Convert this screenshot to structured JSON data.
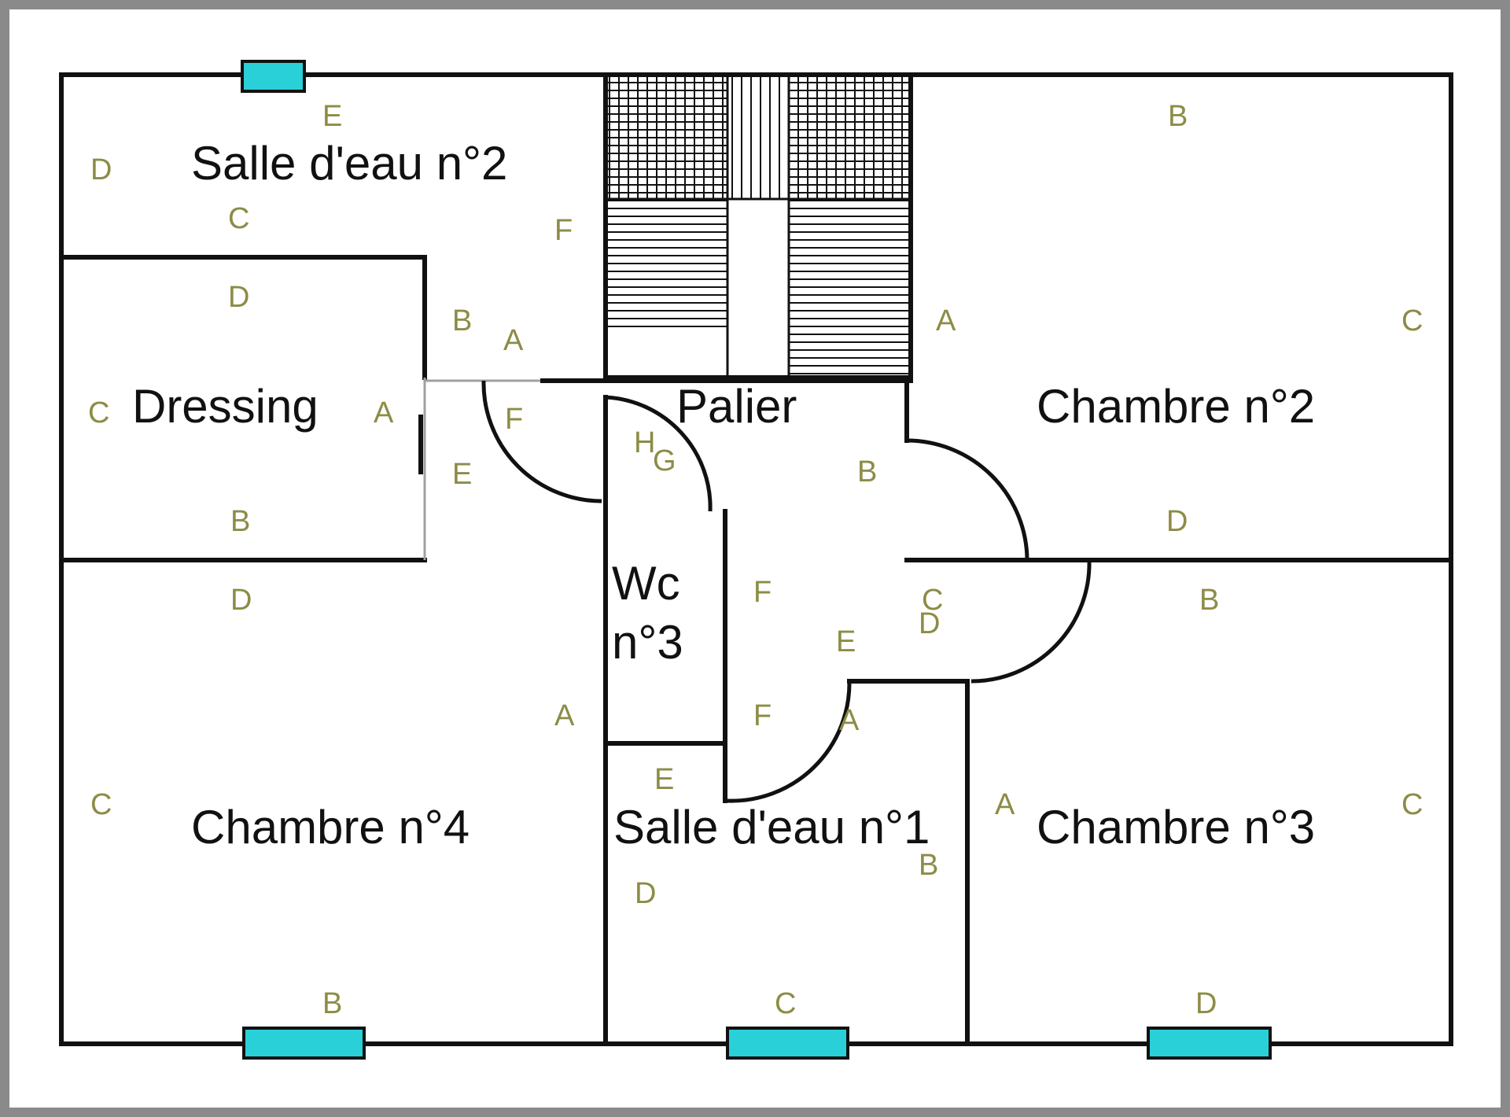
{
  "rooms": {
    "salle_eau_2": "Salle d'eau n°2",
    "dressing": "Dressing",
    "palier": "Palier",
    "chambre_2": "Chambre n°2",
    "wc_line1": "Wc",
    "wc_line2": "n°3",
    "chambre_4": "Chambre n°4",
    "salle_eau_1": "Salle d'eau n°1",
    "chambre_3": "Chambre n°3"
  },
  "wall_labels": [
    "E",
    "D",
    "C",
    "F",
    "D",
    "B",
    "A",
    "C",
    "A",
    "F",
    "E",
    "B",
    "B",
    "A",
    "C",
    "H",
    "G",
    "B",
    "D",
    "D",
    "B",
    "F",
    "C",
    "D",
    "E",
    "A",
    "F",
    "A",
    "C",
    "E",
    "A",
    "C",
    "D",
    "B",
    "B",
    "C",
    "D"
  ],
  "colors": {
    "wall": "#111111",
    "window": "#2ad0d8",
    "wall_label": "#8c8c46",
    "frame": "#8a8a8a"
  }
}
